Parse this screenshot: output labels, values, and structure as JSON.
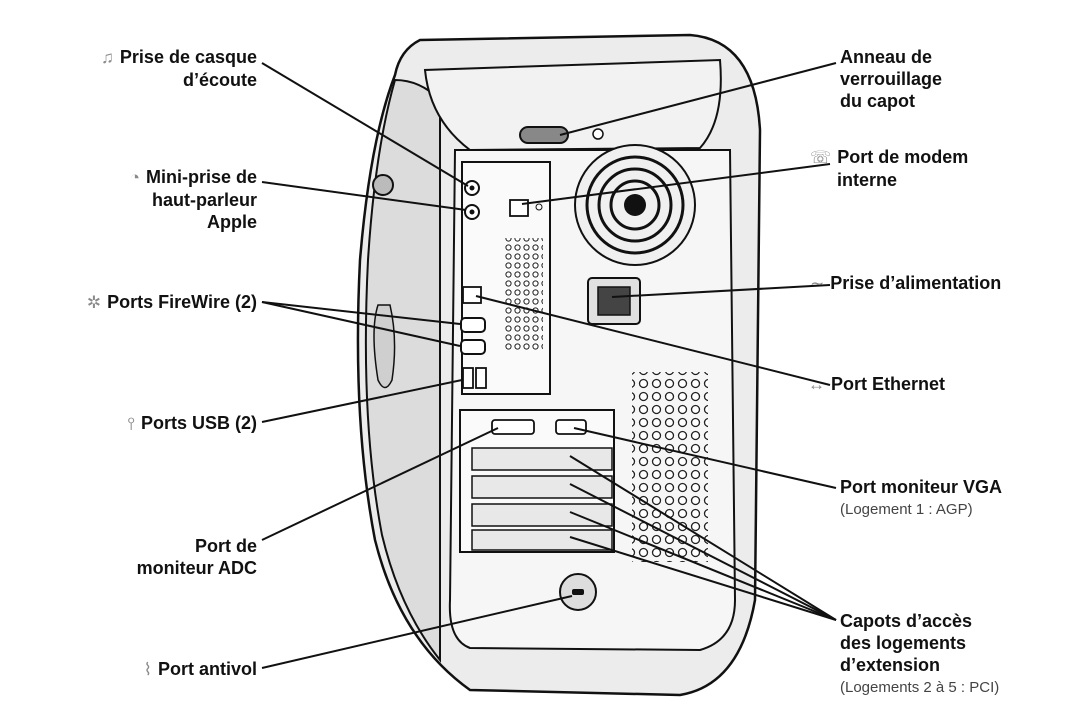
{
  "labels": {
    "headphone": {
      "line1": "Prise de casque",
      "line2": "d’écoute",
      "icon": "headphones-icon"
    },
    "speaker": {
      "line1": "Mini-prise de",
      "line2": "haut-parleur",
      "line3": "Apple",
      "icon": "speaker-icon"
    },
    "firewire": {
      "text": "Ports FireWire (2)",
      "icon": "firewire-icon"
    },
    "usb": {
      "text": "Ports USB (2)",
      "icon": "usb-icon"
    },
    "adc": {
      "line1": "Port de",
      "line2": "moniteur ADC"
    },
    "antivol": {
      "text": "Port antivol",
      "icon": "lock-port-icon"
    },
    "cover_ring": {
      "line1": "Anneau de",
      "line2": "verrouillage",
      "line3": "du capot"
    },
    "modem": {
      "line1": "Port de modem",
      "line2": "interne",
      "icon": "phone-icon"
    },
    "power": {
      "text": "Prise d’alimentation",
      "icon": "power-wave-icon"
    },
    "ethernet": {
      "text": "Port Ethernet",
      "icon": "ethernet-icon"
    },
    "vga": {
      "text": "Port moniteur VGA",
      "sub": "(Logement 1 : AGP)"
    },
    "slots": {
      "line1": "Capots d’accès",
      "line2": "des logements",
      "line3": "d’extension",
      "sub": "(Logements 2 à 5 : PCI)"
    }
  },
  "colors": {
    "case": "#e9e9e9",
    "panel": "#f5f5f5",
    "outline": "#111111",
    "icon": "#8a8a8a"
  }
}
